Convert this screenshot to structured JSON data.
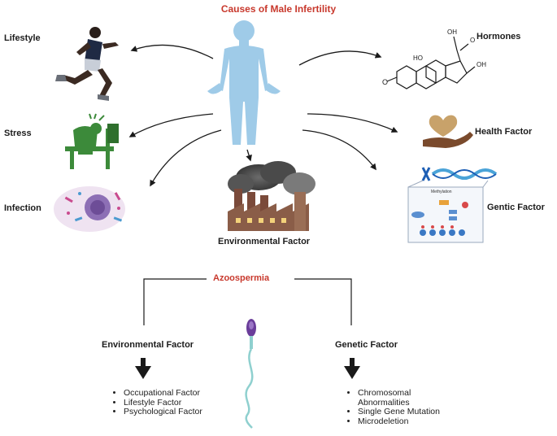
{
  "title": "Causes of Male Infertility",
  "factors": {
    "lifestyle": "Lifestyle",
    "stress": "Stress",
    "infection": "Infection",
    "environmental": "Environmental Factor",
    "hormones": "Hormones",
    "health": "Health Factor",
    "genetic": "Gentic Factor"
  },
  "methylation_label": "Methylation",
  "azoospermia": {
    "label": "Azoospermia",
    "left": {
      "heading": "Environmental Factor",
      "items": [
        "Occupational Factor",
        "Lifestyle Factor",
        "Psychological Factor"
      ]
    },
    "right": {
      "heading": "Genetic Factor",
      "items": [
        "Chromosomal Abnormalities",
        "Single Gene Mutation",
        "Microdeletion"
      ]
    }
  },
  "colors": {
    "title_red": "#c8382c",
    "body_blue": "#9fcbe8",
    "figure_dark": "#1f2a44",
    "stress_green": "#3c8a3a",
    "heart_tan": "#c8a26a",
    "hand_brown": "#7a4a2c",
    "sperm_purple": "#6a3d9a",
    "sperm_tail": "#8fd0cf"
  }
}
